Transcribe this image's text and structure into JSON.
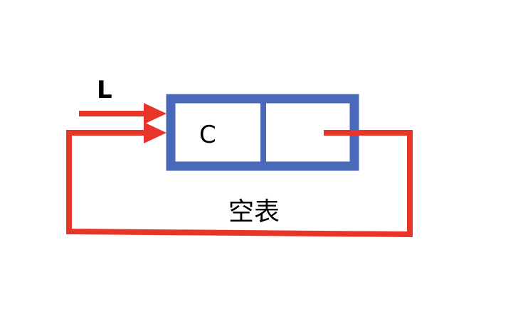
{
  "diagram": {
    "pointer_label": "L",
    "node_data": "C",
    "caption": "空表",
    "colors": {
      "node_border": "#4a69b8",
      "node_fill": "#ffffff",
      "arrow": "#e8352a",
      "text": "#000000"
    }
  }
}
